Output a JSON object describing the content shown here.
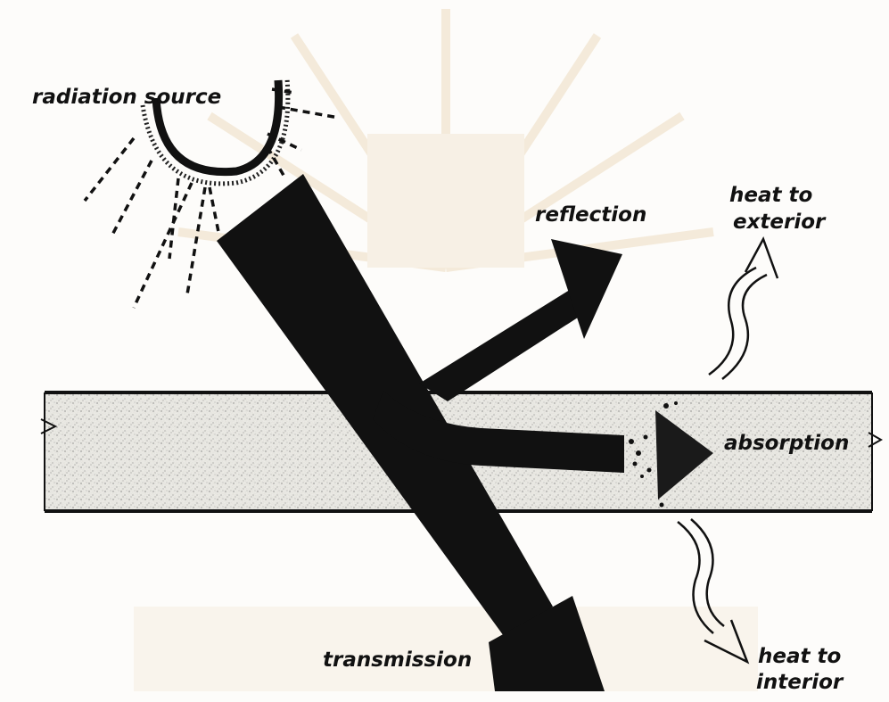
{
  "labels": {
    "radiation_source": "radiation source",
    "reflection": "reflection",
    "heat_to_exterior": [
      "heat to",
      "exterior"
    ],
    "absorption": "absorption",
    "transmission": "transmission",
    "heat_to_interior": [
      "heat to",
      "interior"
    ]
  },
  "colors": {
    "ink": "#111111",
    "slab_fill": "#e9e7e2",
    "watermark": "#efe0c9",
    "paper": "#fdfcfa"
  },
  "icons": {
    "sun": "radiation-source-icon",
    "heat_arrow": "wavy-hollow-arrow-icon"
  }
}
